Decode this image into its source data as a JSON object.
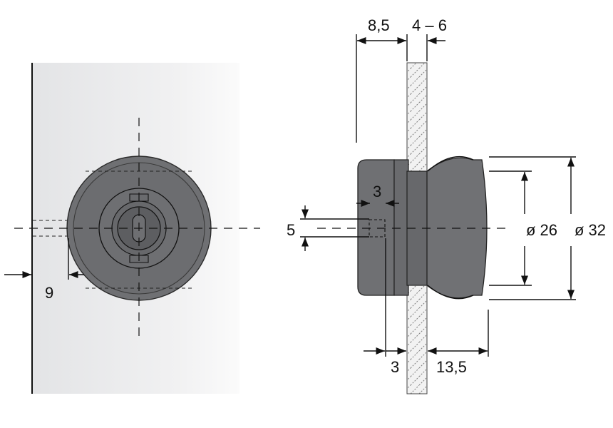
{
  "drawing": {
    "dimensions": {
      "front_offset": "9",
      "knob_offset": "8,5",
      "glass_thickness": "4 – 6",
      "pin_width": "3",
      "pin_height": "5",
      "inner_diameter": "ø 26",
      "outer_diameter": "ø 32",
      "bottom_offset": "3",
      "bottom_projection": "13,5"
    },
    "colors": {
      "body": "#6f7073",
      "body_dark": "#5f6063",
      "panel_light": "#f4f4f5",
      "panel_dark": "#e2e3e5",
      "line": "#111111"
    }
  }
}
